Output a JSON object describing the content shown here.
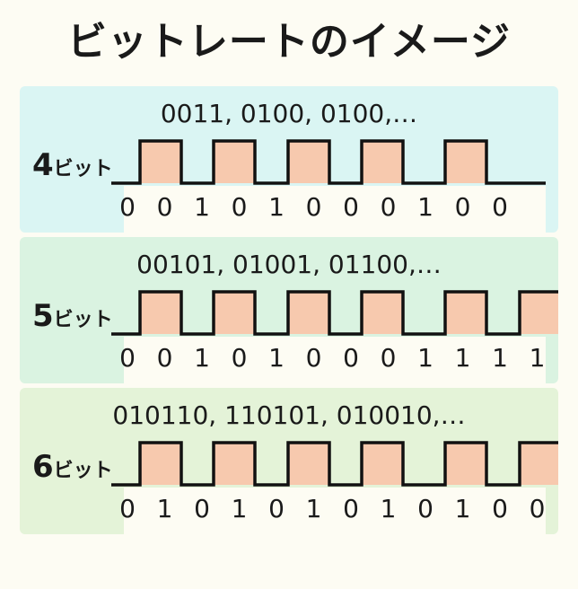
{
  "title": "ビットレートのイメージ",
  "colors": {
    "background": "#fdfcf3",
    "pulse_fill": "#f7c9ae",
    "line": "#111111",
    "panel_4bit": "#daf5f3",
    "panel_5bit": "#daf3e1",
    "panel_6bit": "#e4f3d8"
  },
  "rows": [
    {
      "label_num": "4",
      "label_unit": "ビット",
      "sequence": "0011, 0100, 0100,…",
      "bits": [
        "0",
        "0",
        "1",
        "0",
        "1",
        "0",
        "0",
        "0",
        "1",
        "0",
        "0"
      ],
      "pulse_count": 5,
      "trailing_high": false
    },
    {
      "label_num": "5",
      "label_unit": "ビット",
      "sequence": "00101, 01001, 01100,…",
      "bits": [
        "0",
        "0",
        "1",
        "0",
        "1",
        "0",
        "0",
        "0",
        "1",
        "1",
        "1",
        "1"
      ],
      "pulse_count": 6,
      "trailing_high": true
    },
    {
      "label_num": "6",
      "label_unit": "ビット",
      "sequence": "010110, 110101, 010010,…",
      "bits": [
        "0",
        "1",
        "0",
        "1",
        "0",
        "1",
        "0",
        "1",
        "0",
        "1",
        "0",
        "0"
      ],
      "pulse_count": 6,
      "trailing_high": true
    }
  ]
}
